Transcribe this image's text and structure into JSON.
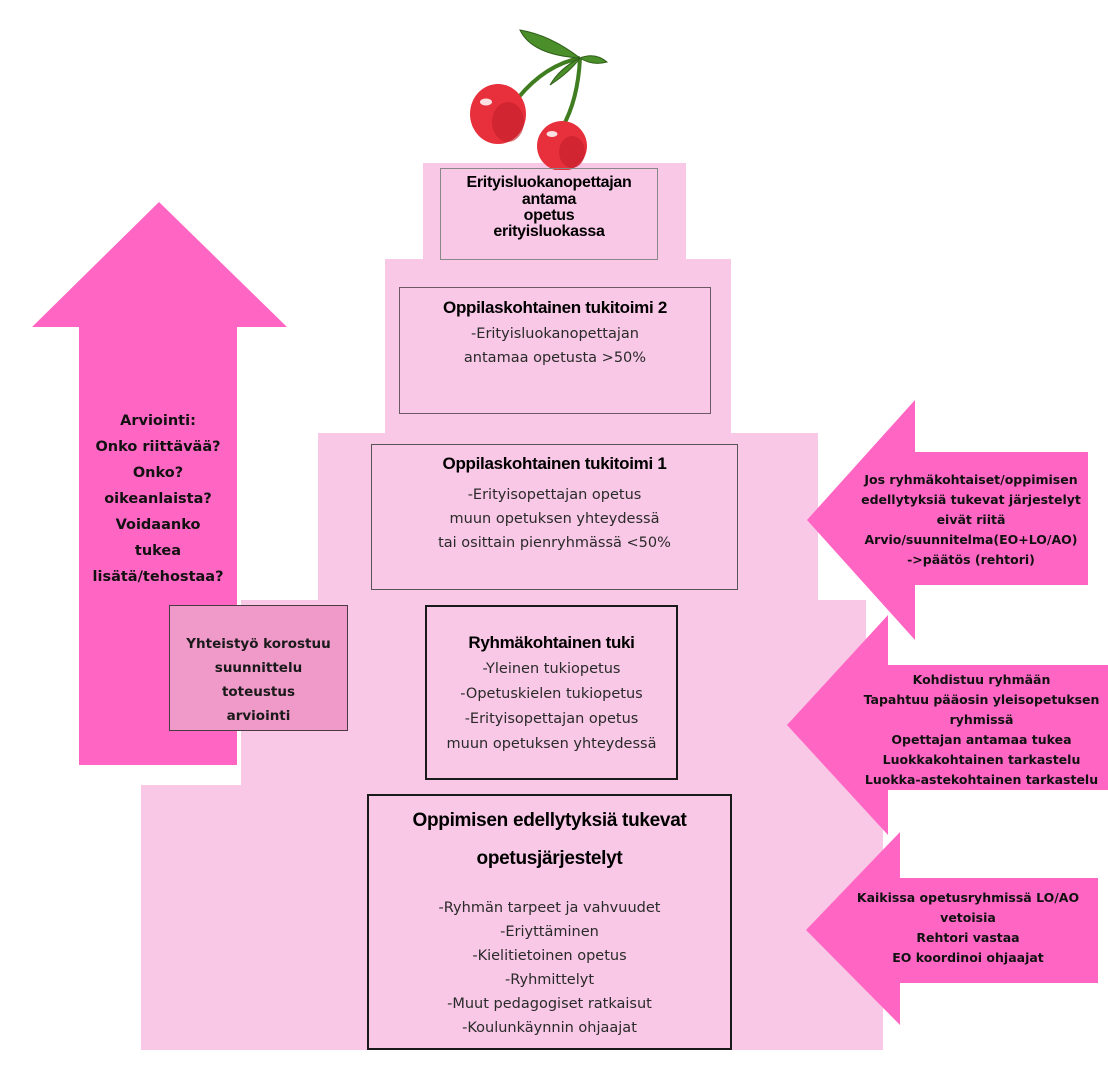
{
  "colors": {
    "layer_pink": "#f8c8e6",
    "arrow_pink": "#ff66c4",
    "collab_box": "#f09aca",
    "text": "#1a1a1a"
  },
  "icons": {
    "top_decoration": "cherry-icon"
  },
  "levels": [
    {
      "id": "special-class",
      "title_lines": [
        "Erityisluokanopettajan",
        "antama",
        "opetus",
        "erityisluokassa"
      ],
      "body_lines": []
    },
    {
      "id": "individual-support-2",
      "title_lines": [
        "Oppilaskohtainen tukitoimi  2"
      ],
      "body_lines": [
        "-Erityisluokanopettajan",
        "antamaa opetusta >50%"
      ]
    },
    {
      "id": "individual-support-1",
      "title_lines": [
        "Oppilaskohtainen tukitoimi 1"
      ],
      "body_lines": [
        "-Erityisopettajan opetus",
        "muun opetuksen yhteydessä",
        "tai osittain pienryhmässä <50%"
      ]
    },
    {
      "id": "group-support",
      "title_lines": [
        "Ryhmäkohtainen tuki"
      ],
      "body_lines": [
        "-Yleinen tukiopetus",
        "-Opetuskielen tukiopetus",
        "-Erityisopettajan opetus",
        "muun opetuksen yhteydessä"
      ]
    },
    {
      "id": "learning-arrangements",
      "title_lines": [
        "Oppimisen edellytyksiä tukevat",
        "opetusjärjestelyt"
      ],
      "body_lines": [
        "-Ryhmän tarpeet ja vahvuudet",
        "-Eriyttäminen",
        "-Kielitietoinen opetus",
        "-Ryhmittelyt",
        "-Muut pedagogiset ratkaisut",
        "-Koulunkäynnin ohjaajat"
      ]
    }
  ],
  "evaluation_arrow": {
    "lines": [
      "Arviointi:",
      "Onko riittävää?",
      "Onko?",
      "oikeanlaista?",
      "Voidaanko",
      "tukea",
      "lisätä/tehostaa?"
    ]
  },
  "collaboration_box": {
    "lines": [
      "Yhteistyö korostuu",
      "suunnittelu",
      "toteustus",
      "arviointi"
    ]
  },
  "side_arrows": [
    {
      "id": "decision-arrow",
      "lines": [
        "Jos ryhmäkohtaiset/oppimisen",
        "edellytyksiä tukevat järjestelyt",
        "eivät riitä",
        "Arvio/suunnitelma(EO+LO/AO)",
        "->päätös  (rehtori)"
      ]
    },
    {
      "id": "group-arrow",
      "lines": [
        "Kohdistuu ryhmään",
        "Tapahtuu pääosin yleisopetuksen",
        "ryhmissä",
        "Opettajan antamaa tukea",
        "Luokkakohtainen tarkastelu",
        "Luokka-astekohtainen tarkastelu"
      ]
    },
    {
      "id": "all-groups-arrow",
      "lines": [
        "Kaikissa opetusryhmissä LO/AO",
        "vetoisia",
        "Rehtori vastaa",
        "EO koordinoi ohjaajat"
      ]
    }
  ]
}
